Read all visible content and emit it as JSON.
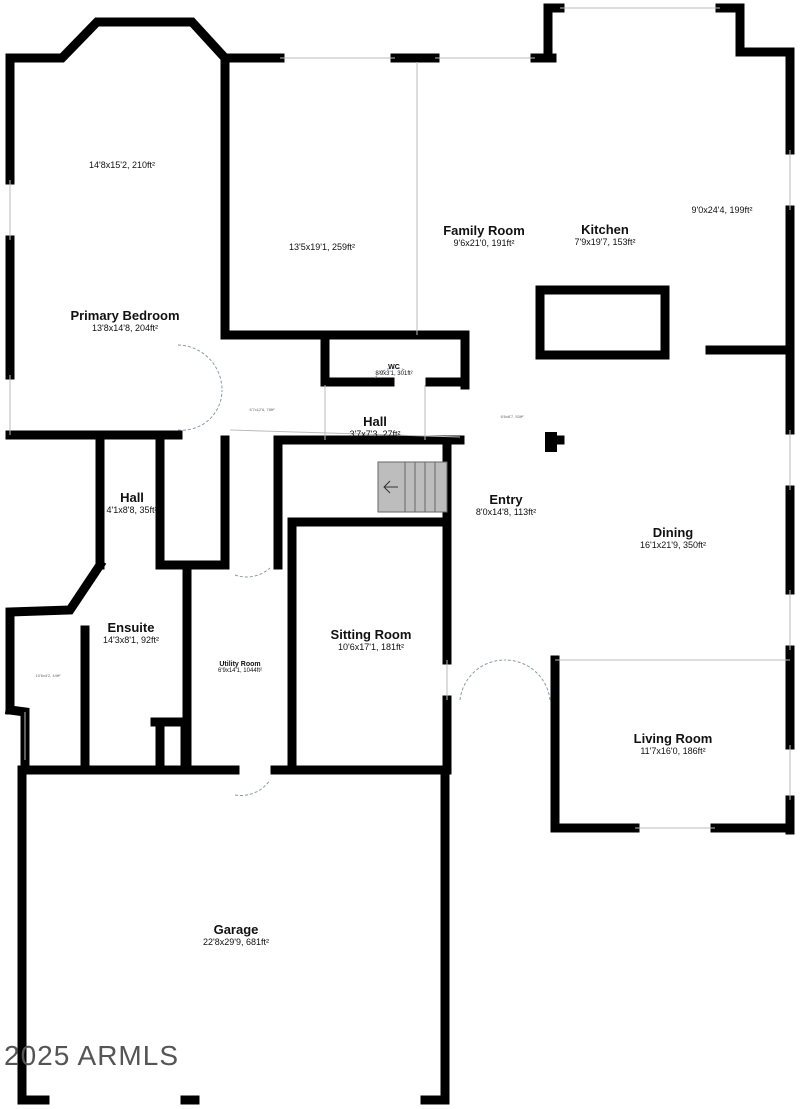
{
  "rooms": [
    {
      "name": "",
      "dims": "14'8x15'2, 210ft²"
    },
    {
      "name": "Primary Bedroom",
      "dims": "13'8x14'8, 204ft²"
    },
    {
      "name": "",
      "dims": "13'5x19'1, 259ft²"
    },
    {
      "name": "Family Room",
      "dims": "9'6x21'0, 191ft²"
    },
    {
      "name": "Kitchen",
      "dims": "7'9x19'7, 153ft²"
    },
    {
      "name": "",
      "dims": "9'0x24'4, 199ft²"
    },
    {
      "name": "WC",
      "dims": "8'9x3'1, 301ft²"
    },
    {
      "name": "Hall",
      "dims": "3'7x7'3, 27ft²"
    },
    {
      "name": "Hall",
      "dims": "4'1x8'8, 35ft²"
    },
    {
      "name": "Entry",
      "dims": "8'0x14'8, 113ft²"
    },
    {
      "name": "Dining",
      "dims": "16'1x21'9, 350ft²"
    },
    {
      "name": "Ensuite",
      "dims": "14'3x8'1, 92ft²"
    },
    {
      "name": "Utility Room",
      "dims": "6'9x14'1, 1044ft²"
    },
    {
      "name": "Sitting Room",
      "dims": "10'6x17'1, 181ft²"
    },
    {
      "name": "Living Room",
      "dims": "11'7x16'0, 186ft²"
    },
    {
      "name": "Garage",
      "dims": "22'8x29'9, 681ft²"
    },
    {
      "name": "",
      "dims": "6'7x12'6, 78ft²"
    },
    {
      "name": "",
      "dims": "6'6x8'7, 53ft²"
    },
    {
      "name": "",
      "dims": "10'6x4'2, 44ft²"
    }
  ],
  "watermark": "2025 ARMLS",
  "colors": {
    "wall": "#000000",
    "stairs": "#bdbdbd",
    "door": "#8a9aa5"
  }
}
